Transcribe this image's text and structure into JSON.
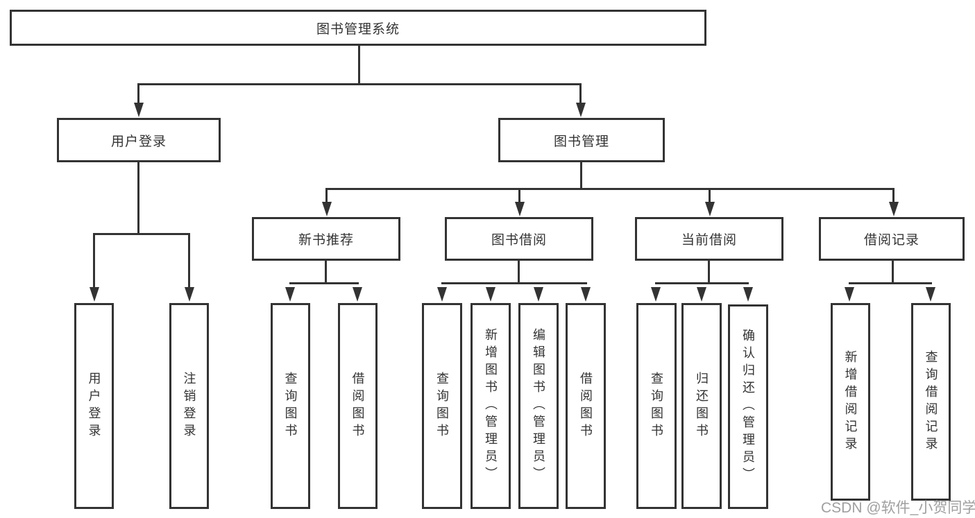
{
  "diagram": {
    "title": "图书管理系统",
    "level1": [
      {
        "label": "用户登录"
      },
      {
        "label": "图书管理"
      }
    ],
    "level2": [
      {
        "label": "新书推荐"
      },
      {
        "label": "图书借阅"
      },
      {
        "label": "当前借阅"
      },
      {
        "label": "借阅记录"
      }
    ],
    "leaves": {
      "user_login": [
        "用户登录",
        "注销登录"
      ],
      "new_book": [
        "查询图书",
        "借阅图书"
      ],
      "book_borrow": [
        "查询图书",
        "新增图书（管理员）",
        "编辑图书（管理员）",
        "借阅图书"
      ],
      "current_borrow": [
        "查询图书",
        "归还图书",
        "确认归还（管理员）"
      ],
      "borrow_record": [
        "新增借阅记录",
        "查询借阅记录"
      ]
    }
  },
  "watermark": {
    "text": "CSDN @软件_小贺同学",
    "color": "#9f9f9f"
  },
  "colors": {
    "line": "#333333",
    "box_border": "#333333",
    "text": "#333333",
    "background": "#ffffff"
  }
}
